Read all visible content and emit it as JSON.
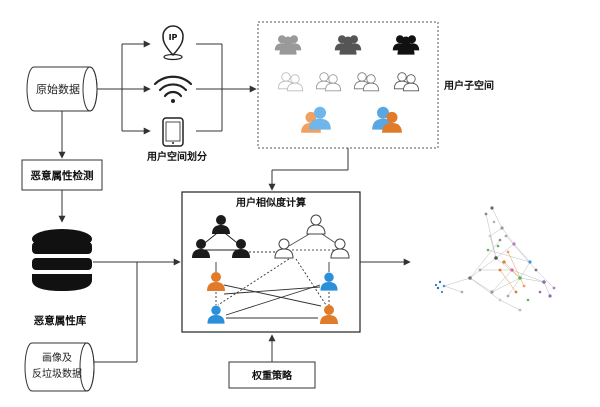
{
  "nodes": {
    "raw_data": "原始数据",
    "malicious_detect": "恶意属性检测",
    "malicious_db": "恶意属性库",
    "image_spam_line1": "画像及",
    "image_spam_line2": "反垃圾数据",
    "space_partition": "用户空间划分",
    "user_subspace": "用户子空间",
    "similarity_calc": "用户相似度计算",
    "weight_strategy": "权重策略",
    "ip_badge": "IP"
  },
  "colors": {
    "line": "#333333",
    "box_border": "#222222",
    "black_user": "#1b1b1b",
    "gray_user": "#888888",
    "orange_user": "#e07b2a",
    "blue_user": "#2b8fd9"
  }
}
